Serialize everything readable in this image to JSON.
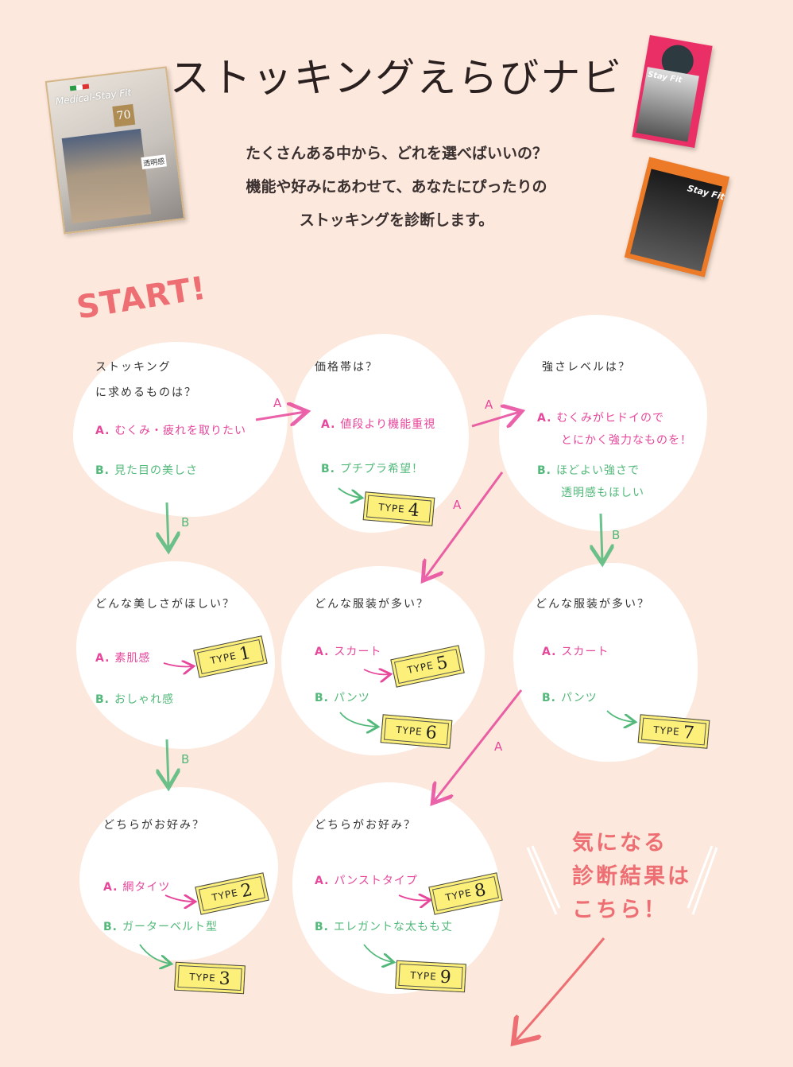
{
  "title": "ストッキングえらびナビ",
  "intro": [
    "たくさんある中から、どれを選べばいいの？",
    "機能や好みにあわせて、あなたにぴったりの",
    "ストッキングを診断します。"
  ],
  "start": "START!",
  "products": {
    "medical": {
      "brand": "Medical-Stay Fit",
      "number": "70",
      "label": "透明感"
    },
    "stayfit_pink": {
      "brand": "Stay Fit"
    },
    "stayfit_orange": {
      "brand": "Stay Fit"
    }
  },
  "nodes": {
    "q1": {
      "question": [
        "ストッキング",
        "に求めるものは？"
      ],
      "a": "むくみ・疲れを取りたい",
      "b": "見た目の美しさ"
    },
    "q2": {
      "question": [
        "価格帯は？"
      ],
      "a": "値段より機能重視",
      "b": "プチプラ希望！"
    },
    "q3": {
      "question": [
        "強さレベルは？"
      ],
      "a": [
        "むくみがヒドイので",
        "とにかく強力なものを！"
      ],
      "b": [
        "ほどよい強さで",
        "透明感もほしい"
      ]
    },
    "q4": {
      "question": [
        "どんな美しさがほしい？"
      ],
      "a": "素肌感",
      "b": "おしゃれ感"
    },
    "q5": {
      "question": [
        "どんな服装が多い？"
      ],
      "a": "スカート",
      "b": "パンツ"
    },
    "q6": {
      "question": [
        "どんな服装が多い？"
      ],
      "a": "スカート",
      "b": "パンツ"
    },
    "q7": {
      "question": [
        "どちらがお好み？"
      ],
      "a": "網タイツ",
      "b": "ガーターベルト型"
    },
    "q8": {
      "question": [
        "どちらがお好み？"
      ],
      "a": "パンストタイプ",
      "b": "エレガントな太もも丈"
    }
  },
  "ab": {
    "a": "A.",
    "b": "B."
  },
  "arrow_labels": {
    "a": "A",
    "b": "B"
  },
  "type_word": "TYPE",
  "types": [
    "1",
    "2",
    "3",
    "4",
    "5",
    "6",
    "7",
    "8",
    "9"
  ],
  "cta": [
    "気になる",
    "診断結果は",
    "こちら！"
  ],
  "colors": {
    "background": "#fce8dc",
    "pink": "#e7479b",
    "green": "#52b97a",
    "coral": "#ee6f73",
    "ticket": "#fcf07a"
  }
}
